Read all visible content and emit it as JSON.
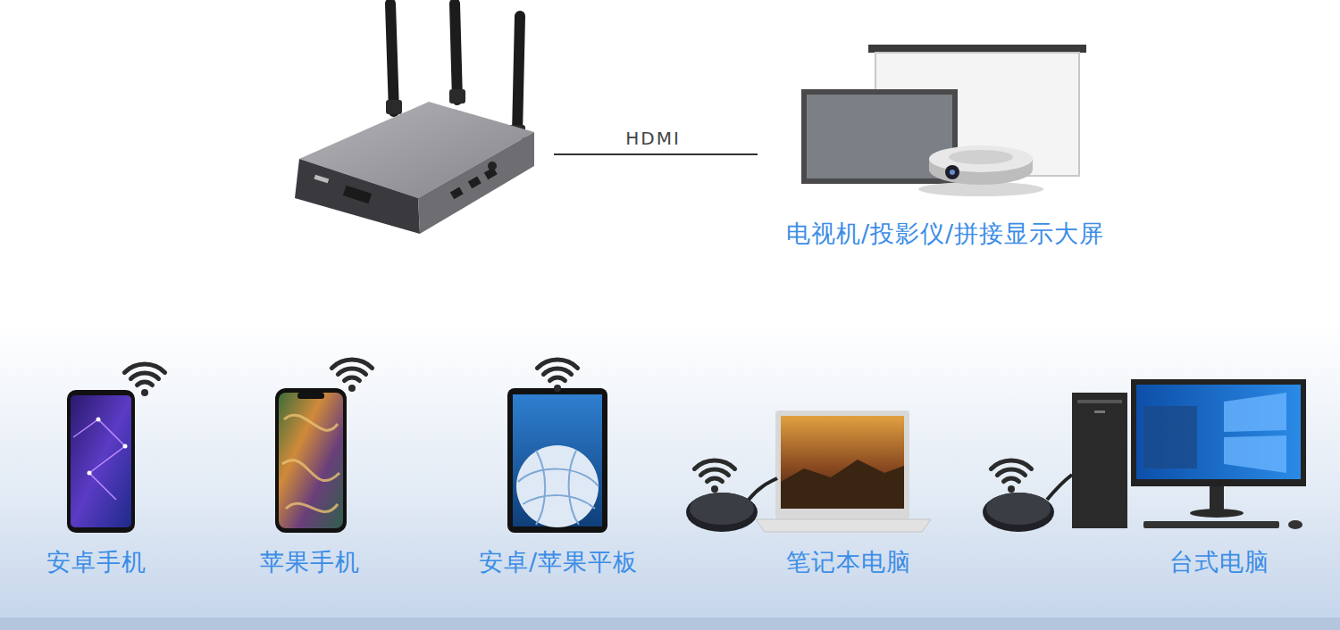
{
  "diagram": {
    "nodes": [
      {
        "text": [
          "电视机/投影仪/拼接显示大屏"
        ]
      },
      {
        "text": [
          "安卓手机"
        ]
      },
      {
        "text": [
          "苹果手机"
        ]
      },
      {
        "text": [
          "安卓/苹果平板"
        ]
      },
      {
        "text": [
          "笔记本电脑"
        ]
      },
      {
        "text": [
          "台式电脑"
        ]
      }
    ],
    "labels": [
      "HDMI"
    ]
  }
}
